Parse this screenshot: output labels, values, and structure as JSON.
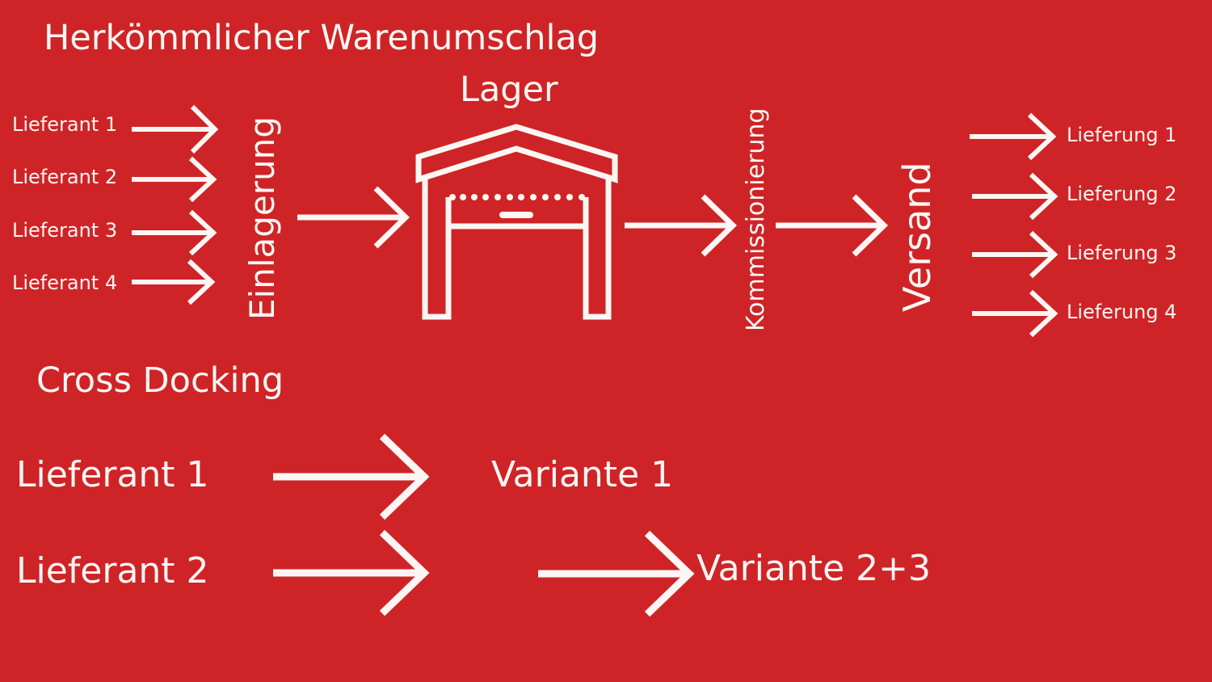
{
  "colors": {
    "background": "#cf2427",
    "foreground": "#fbf6f3"
  },
  "traditional": {
    "title": "Herkömmlicher Warenumschlag",
    "warehouse_label": "Lager",
    "suppliers": [
      "Lieferant 1",
      "Lieferant 2",
      "Lieferant 3",
      "Lieferant 4"
    ],
    "stage_storage": "Einlagerung",
    "stage_picking": "Kommissionierung",
    "stage_shipping": "Versand",
    "deliveries": [
      "Lieferung 1",
      "Lieferung 2",
      "Lieferung 3",
      "Lieferung 4"
    ],
    "warehouse_icon": "warehouse-icon"
  },
  "crossdocking": {
    "title": "Cross Docking",
    "suppliers": [
      "Lieferant 1",
      "Lieferant 2"
    ],
    "variants": [
      "Variante 1",
      "Variante 2+3"
    ]
  }
}
